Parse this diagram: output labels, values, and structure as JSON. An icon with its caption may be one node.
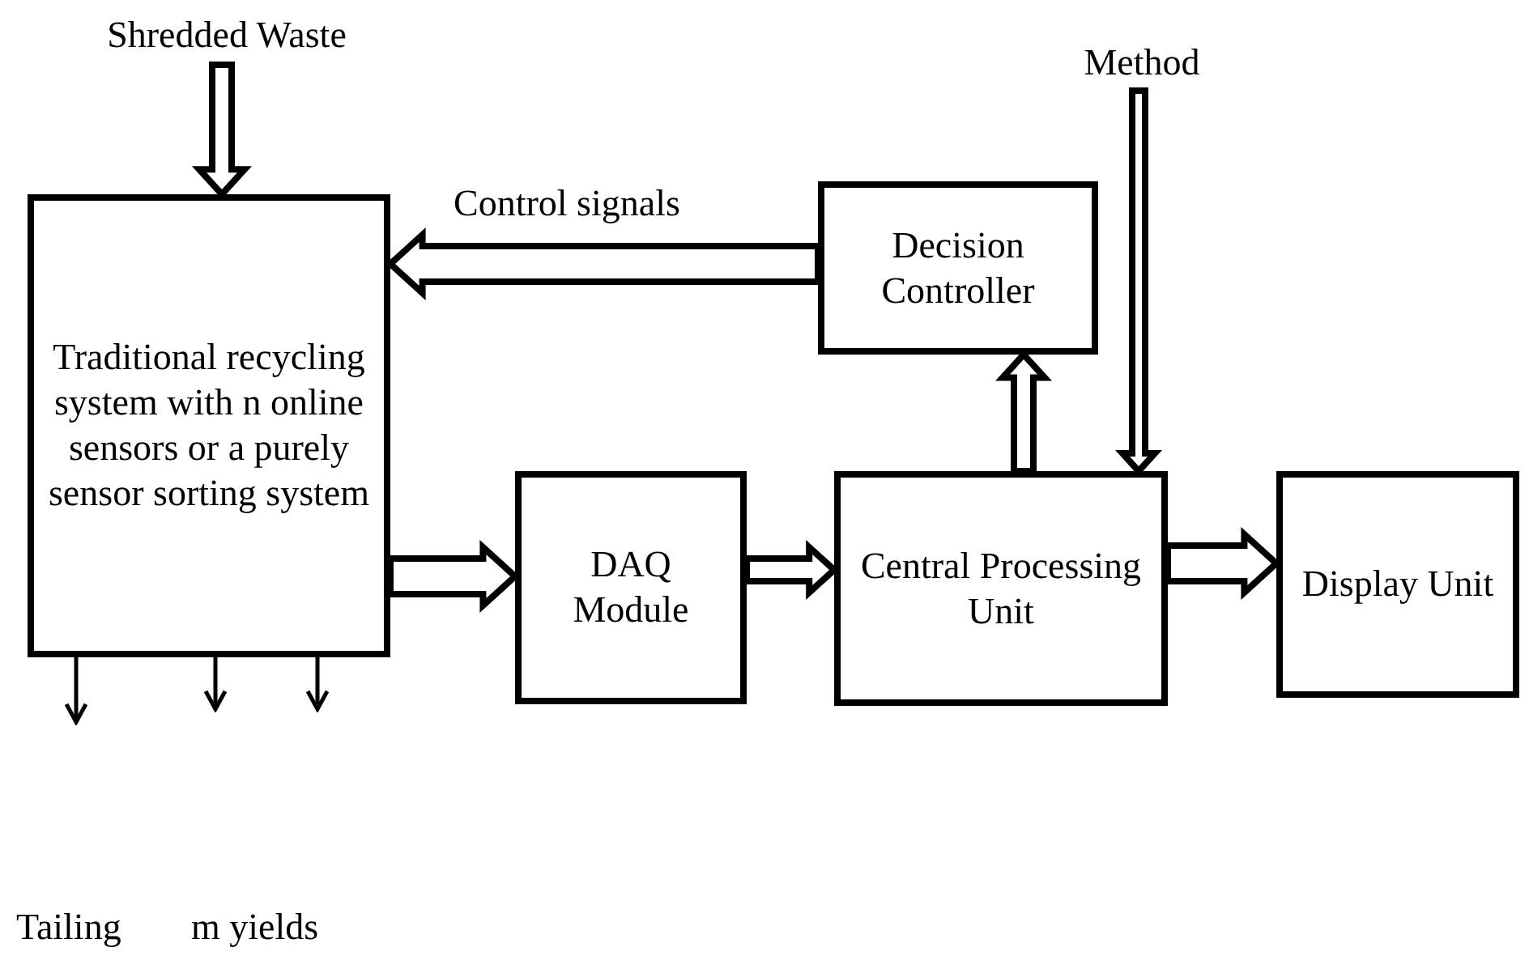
{
  "diagram": {
    "nodes": [
      {
        "text": [
          "Shredded Waste"
        ]
      },
      {
        "text": [
          "Traditional recycling system with n online sensors or a purely sensor sorting system"
        ]
      },
      {
        "text": [
          "Decision Controller"
        ]
      },
      {
        "text": [
          "Method"
        ]
      },
      {
        "text": [
          "DAQ Module"
        ]
      },
      {
        "text": [
          "Central Processing Unit"
        ]
      },
      {
        "text": [
          "Display Unit"
        ]
      }
    ],
    "edges": [
      {
        "from": 0,
        "to": 1,
        "arrow": "to",
        "style": "thick"
      },
      {
        "from": 2,
        "to": 1,
        "arrow": "to",
        "style": "thick",
        "label": "Control signals"
      },
      {
        "from": 3,
        "to": 5,
        "arrow": "to",
        "style": "thick"
      },
      {
        "from": 5,
        "to": 2,
        "arrow": "to",
        "style": "thick"
      },
      {
        "from": 1,
        "to": 4,
        "arrow": "to",
        "style": "thick"
      },
      {
        "from": 4,
        "to": 5,
        "arrow": "to",
        "style": "thick"
      },
      {
        "from": 5,
        "to": 6,
        "arrow": "to",
        "style": "thick"
      },
      {
        "from": 1,
        "to": null,
        "arrow": "to"
      },
      {
        "from": 1,
        "to": null,
        "arrow": "to"
      },
      {
        "from": 1,
        "to": null,
        "arrow": "to"
      }
    ],
    "labels": [
      "Tailing",
      "m yields"
    ]
  }
}
